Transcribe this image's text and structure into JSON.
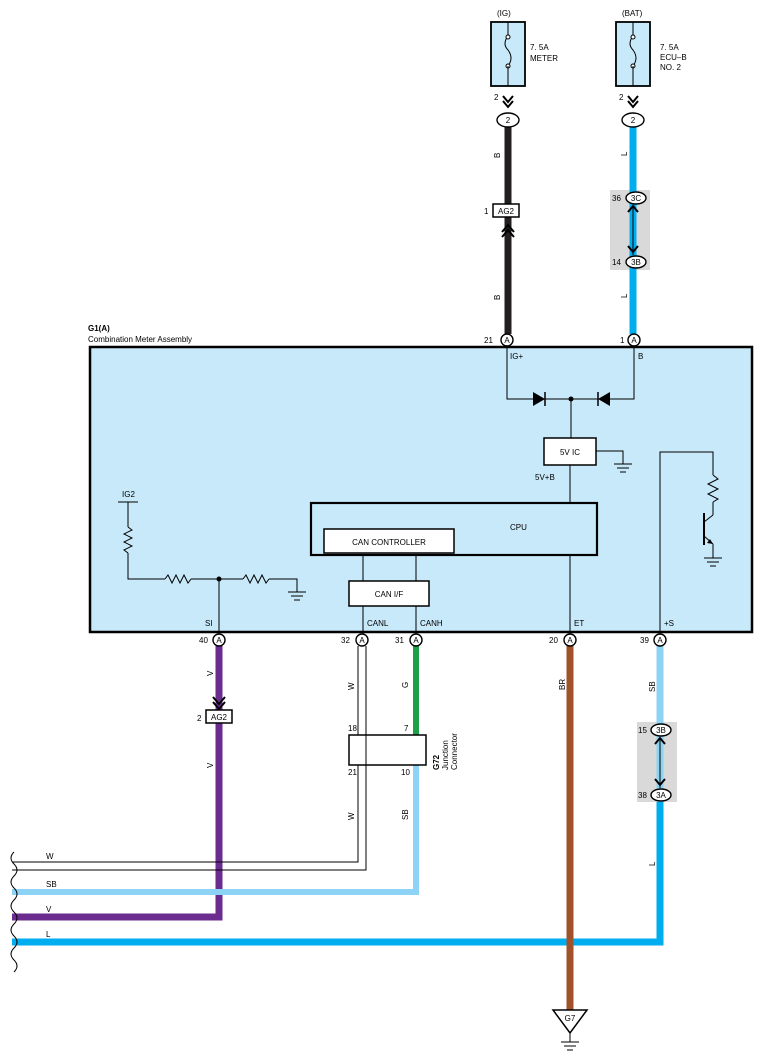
{
  "colors": {
    "panel": "#c8e9f9",
    "wire_black": "#231f20",
    "wire_blue": "#00aeef",
    "wire_lightblue": "#8dd3f5",
    "wire_violet": "#6a2c8e",
    "wire_green": "#1ea049",
    "wire_brown": "#a0522d",
    "wire_white": "#000000",
    "connector_gray": "#d9d9d9"
  },
  "fuses": [
    {
      "supply": "(IG)",
      "rating": "7. 5A",
      "name_lines": [
        "METER"
      ],
      "pin": "2",
      "connector": "2"
    },
    {
      "supply": "(BAT)",
      "rating": "7. 5A",
      "name_lines": [
        "ECU–B",
        "NO. 2"
      ],
      "pin": "2",
      "connector": "2"
    }
  ],
  "top_wires": {
    "ig_wire_color_upper": "B",
    "ig_wire_color_lower": "B",
    "bat_wire_color_upper": "L",
    "bat_wire_color_lower": "L"
  },
  "ag2_top": {
    "pin": "1",
    "label": "AG2"
  },
  "bat_inline": {
    "upper_pin": "36",
    "upper_label": "3C",
    "lower_pin": "14",
    "lower_label": "3B"
  },
  "meter": {
    "id": "G1(A)",
    "name": "Combination Meter Assembly",
    "top_pins": [
      {
        "number": "21",
        "connector": "A",
        "name": "IG+"
      },
      {
        "number": "1",
        "connector": "A",
        "name": "B"
      }
    ],
    "ic_label": "5V IC",
    "ic_output": "5V+B",
    "cpu_label": "CPU",
    "can_controller_label": "CAN CONTROLLER",
    "can_if_label": "CAN I/F",
    "ig2_label": "IG2",
    "bottom_pins": [
      {
        "number": "40",
        "connector": "A",
        "name": "SI"
      },
      {
        "number": "32",
        "connector": "A",
        "name": "CANL"
      },
      {
        "number": "31",
        "connector": "A",
        "name": "CANH"
      },
      {
        "number": "20",
        "connector": "A",
        "name": "ET"
      },
      {
        "number": "39",
        "connector": "A",
        "name": "+S"
      }
    ]
  },
  "bottom_wires": {
    "si_color_upper": "V",
    "si_color_lower": "V",
    "canl_color_upper": "W",
    "canl_color_lower": "W",
    "canh_color_upper": "G",
    "canh_color_lower": "SB",
    "et_color": "BR",
    "s_color_upper": "SB",
    "s_color_lower": "L"
  },
  "ag2_bottom": {
    "pin": "2",
    "label": "AG2"
  },
  "junction": {
    "id": "G72",
    "name_lines": [
      "Junction",
      "Connector"
    ],
    "pin_tl": "18",
    "pin_tr": "7",
    "pin_bl": "21",
    "pin_br": "10"
  },
  "s_inline": {
    "upper_pin": "15",
    "upper_label": "3B",
    "lower_pin": "38",
    "lower_label": "3A"
  },
  "left_wires": [
    "W",
    "SB",
    "V",
    "L"
  ],
  "ground": {
    "label": "G7"
  }
}
